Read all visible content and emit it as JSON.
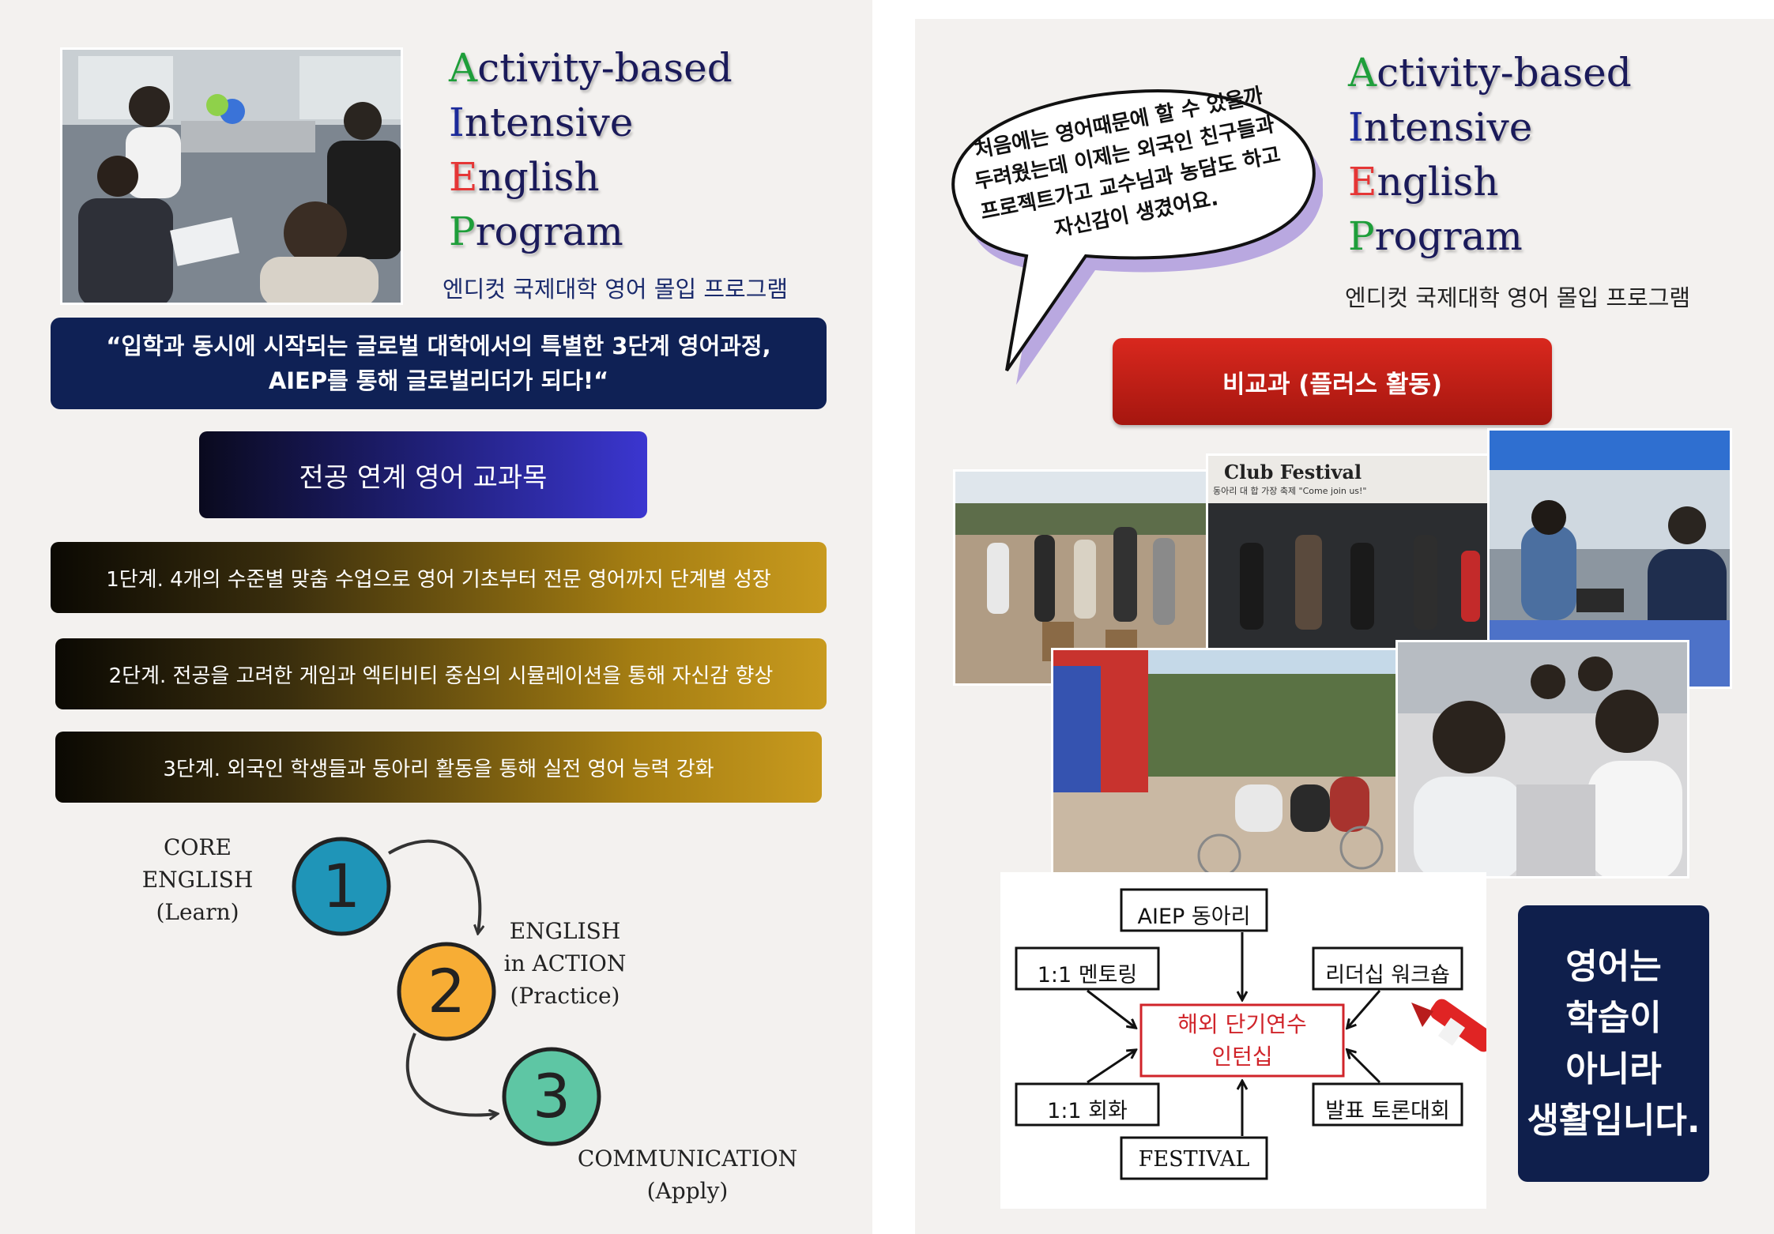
{
  "colors": {
    "navy": "#0f2155",
    "gold": "#c89a1e",
    "red": "#d9281e",
    "green": "#1e9e3a",
    "blue_circle": "#1f95b8",
    "orange_circle": "#f7ad35",
    "teal_circle": "#5ec6a4"
  },
  "left": {
    "title_lines": [
      {
        "first": "A",
        "rest": "ctivity-based"
      },
      {
        "first": "I",
        "rest": "ntensive"
      },
      {
        "first": "E",
        "rest": "nglish"
      },
      {
        "first": "P",
        "rest": "rogram"
      }
    ],
    "subtitle": "엔디컷 국제대학 영어 몰입 프로그램",
    "quote": {
      "line1": "“입학과 동시에 시작되는 글로벌 대학에서의 특별한 3단계 영어과정,",
      "line2": "AIEP를 통해 글로벌리더가 되다!“"
    },
    "major_button": "전공 연계 영어 교과목",
    "stages": [
      "1단계. 4개의 수준별 맞춤 수업으로 영어 기초부터 전문 영어까지 단계별 성장",
      "2단계. 전공을 고려한 게임과 엑티비티 중심의 시뮬레이션을 통해 자신감 향상",
      "3단계. 외국인 학생들과 동아리 활동을 통해 실전 영어 능력 강화"
    ],
    "flow": {
      "steps": [
        {
          "number": "1",
          "label_lines": [
            "CORE",
            "ENGLISH",
            "(Learn)"
          ]
        },
        {
          "number": "2",
          "label_lines": [
            "ENGLISH",
            "in ACTION",
            "(Practice)"
          ]
        },
        {
          "number": "3",
          "label_lines": [
            "COMMUNICATION",
            "(Apply)"
          ]
        }
      ]
    }
  },
  "right": {
    "speech_bubble": {
      "lines": [
        "처음에는 영어때문에 할 수 있을까",
        "두려웠는데 이제는 외국인 친구들과",
        "프로젝트가고 교수님과 농담도 하고",
        "자신감이 생겼어요."
      ]
    },
    "title_lines": [
      {
        "first": "A",
        "rest": "ctivity-based"
      },
      {
        "first": "I",
        "rest": "ntensive"
      },
      {
        "first": "E",
        "rest": "nglish"
      },
      {
        "first": "P",
        "rest": "rogram"
      }
    ],
    "subtitle": "엔디컷 국제대학 영어 몰입 프로그램",
    "nonsubject_button": "비교과 (플러스 활동)",
    "festival_sign": "Club Festival",
    "festival_sign_sub": "동아리 대 합 가장 축제 \"Come join us!\"",
    "diagram": {
      "top": "AIEP  동아리",
      "left_top": "1:1 멘토링",
      "right_top": "리더십 워크숍",
      "center_line1": "해외 단기연수",
      "center_line2": "인턴십",
      "left_bottom": "1:1 회화",
      "right_bottom": "발표 토론대회",
      "bottom": "FESTIVAL"
    },
    "motto_lines": [
      "영어는",
      "학습이",
      "아니라",
      "생활입니다."
    ]
  }
}
